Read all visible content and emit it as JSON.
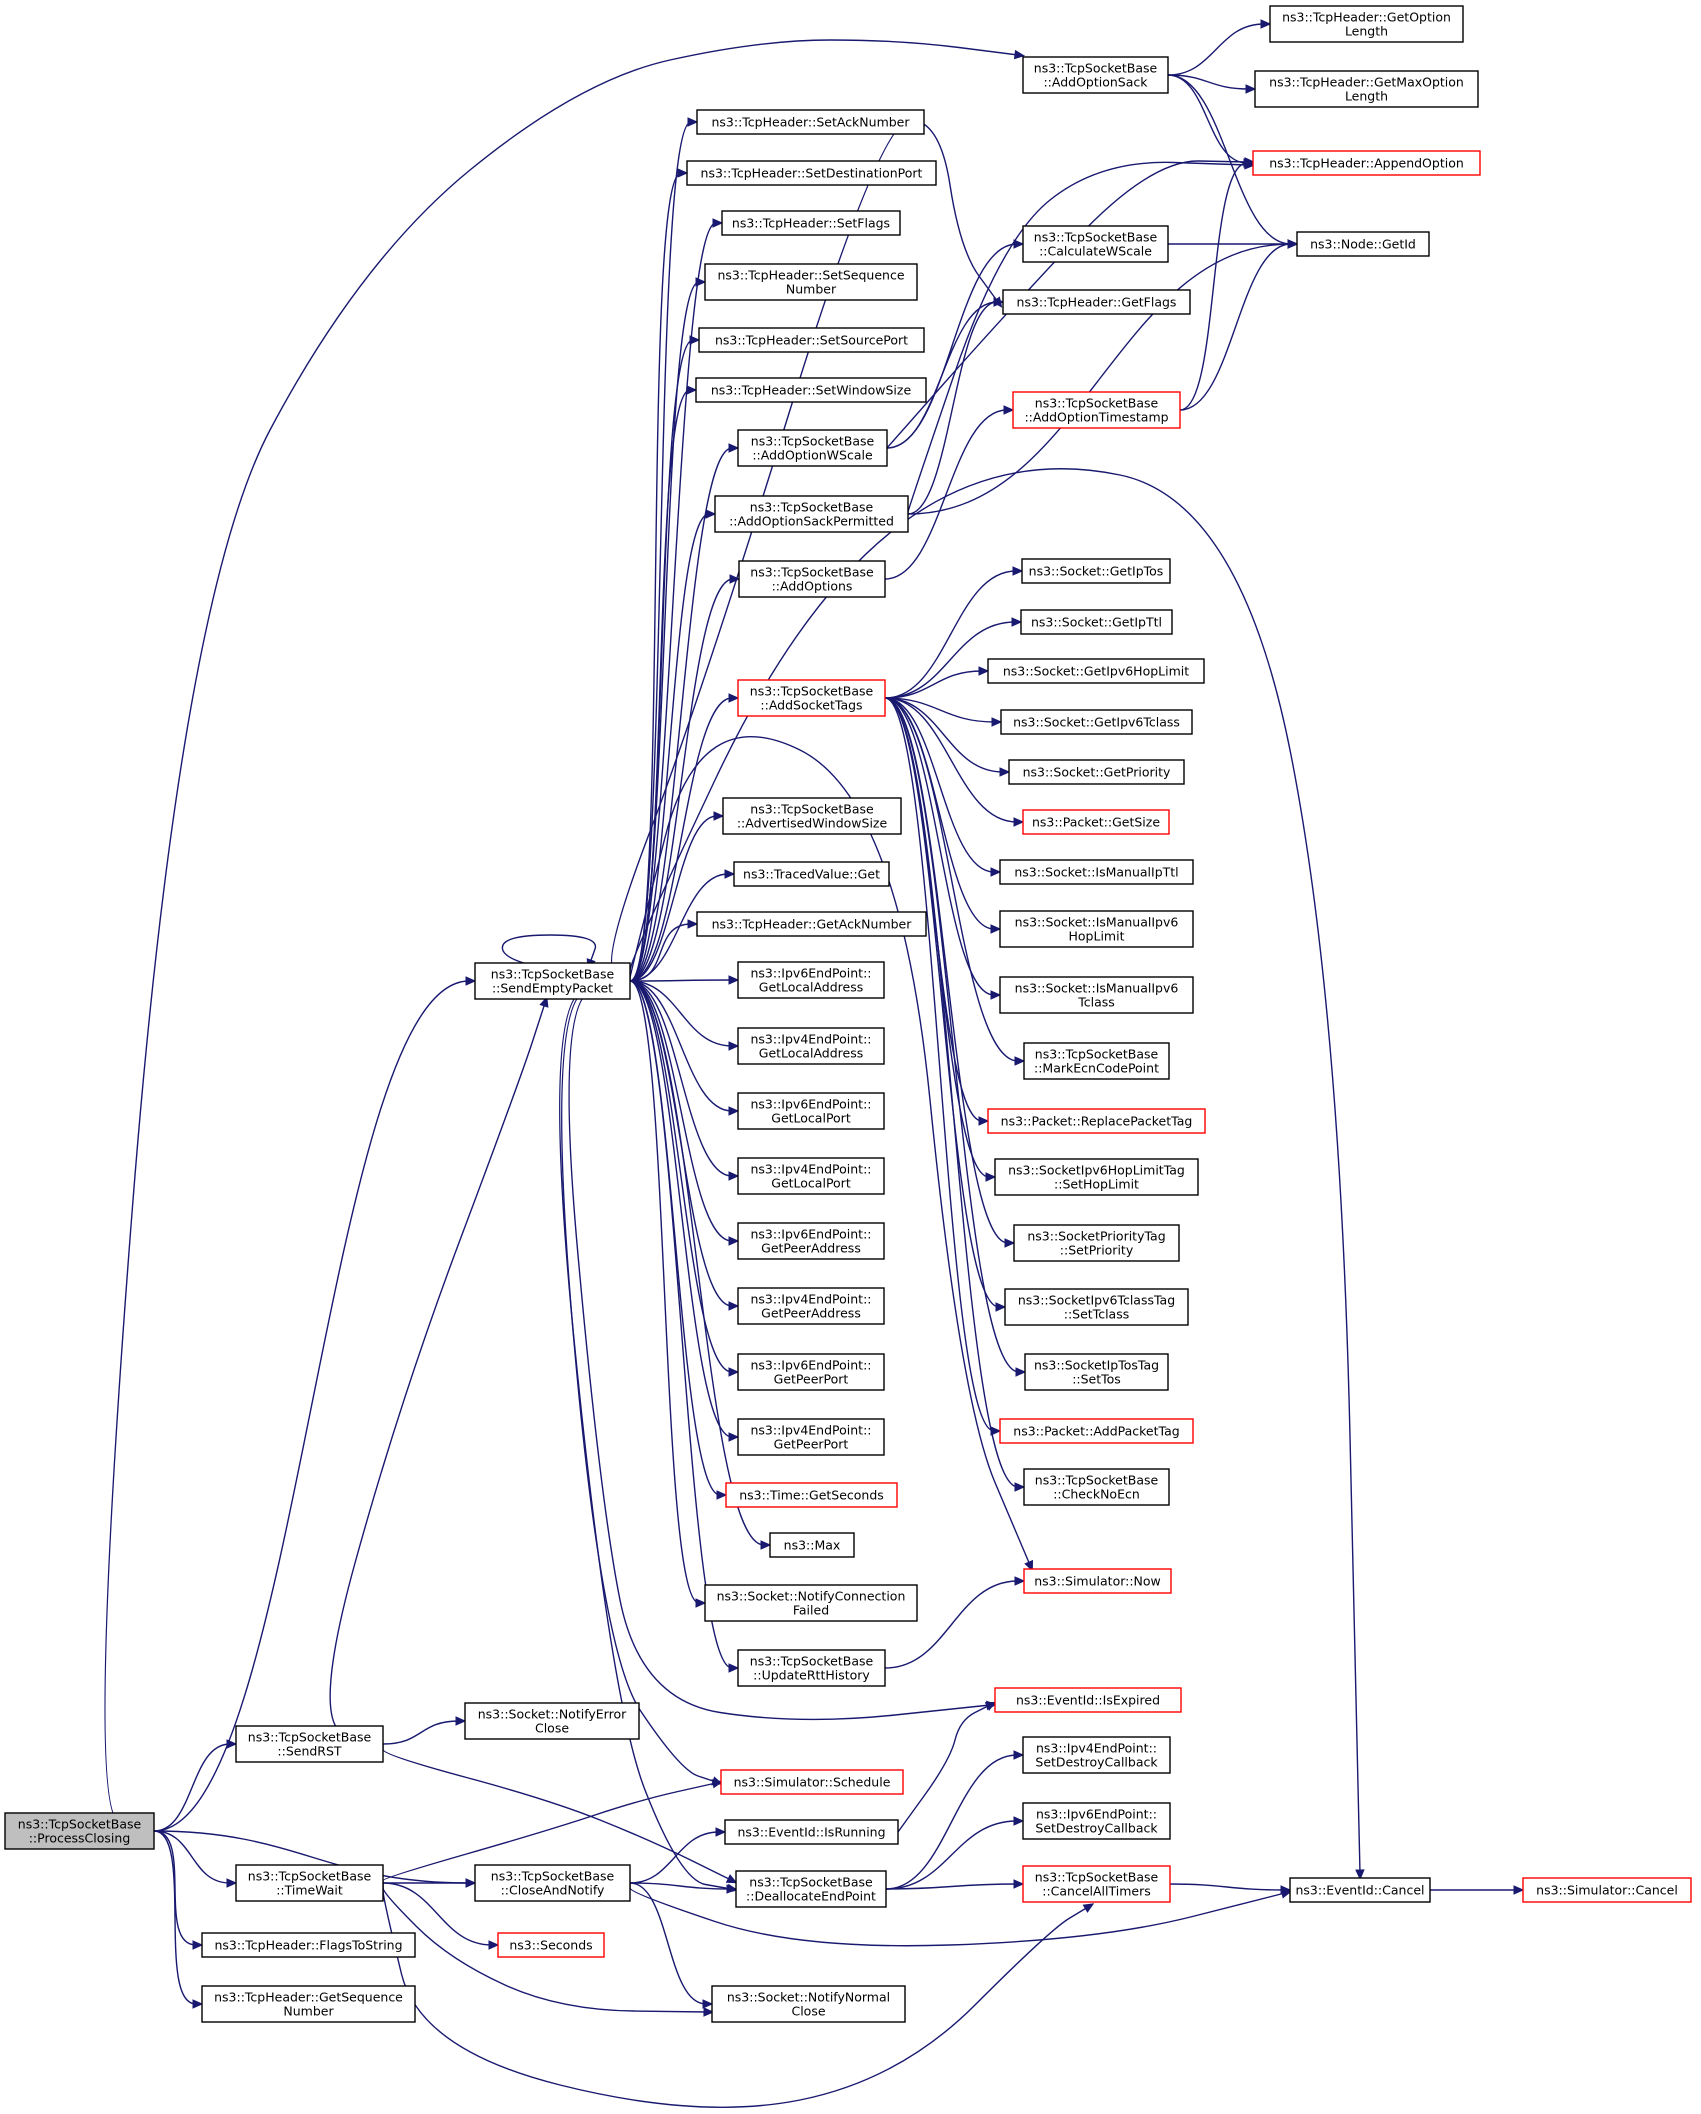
{
  "diagram": {
    "title": "",
    "colors": {
      "edge": "#191970",
      "root_fill": "#bfbfbf",
      "normal_border": "#000000",
      "truncated_border": "#ff0000",
      "node_fill": "#ffffff"
    },
    "nodes": [
      {
        "id": "n0",
        "lines": [
          "ns3::TcpSocketBase",
          "::ProcessClosing"
        ],
        "kind": "root"
      },
      {
        "id": "n1",
        "lines": [
          "ns3::TcpSocketBase",
          "::SendRST"
        ],
        "kind": "normal"
      },
      {
        "id": "n2",
        "lines": [
          "ns3::TcpSocketBase",
          "::TimeWait"
        ],
        "kind": "normal"
      },
      {
        "id": "n3",
        "lines": [
          "ns3::TcpHeader::FlagsToString"
        ],
        "kind": "normal"
      },
      {
        "id": "n4",
        "lines": [
          "ns3::TcpHeader::GetSequence",
          "Number"
        ],
        "kind": "normal"
      },
      {
        "id": "n5",
        "lines": [
          "ns3::TcpSocketBase",
          "::SendEmptyPacket"
        ],
        "kind": "normal"
      },
      {
        "id": "n6",
        "lines": [
          "ns3::Socket::NotifyError",
          "Close"
        ],
        "kind": "normal"
      },
      {
        "id": "n7",
        "lines": [
          "ns3::TcpSocketBase",
          "::CloseAndNotify"
        ],
        "kind": "normal"
      },
      {
        "id": "n8",
        "lines": [
          "ns3::Seconds"
        ],
        "kind": "truncated"
      },
      {
        "id": "n9",
        "lines": [
          "ns3::Socket::NotifyNormal",
          "Close"
        ],
        "kind": "normal"
      },
      {
        "id": "n10",
        "lines": [
          "ns3::TcpSocketBase",
          "::AddOptionSack"
        ],
        "kind": "normal"
      },
      {
        "id": "n11",
        "lines": [
          "ns3::TcpHeader::SetAckNumber"
        ],
        "kind": "normal"
      },
      {
        "id": "n12",
        "lines": [
          "ns3::TcpHeader::SetDestinationPort"
        ],
        "kind": "normal"
      },
      {
        "id": "n13",
        "lines": [
          "ns3::TcpHeader::SetFlags"
        ],
        "kind": "normal"
      },
      {
        "id": "n14",
        "lines": [
          "ns3::TcpHeader::SetSequence",
          "Number"
        ],
        "kind": "normal"
      },
      {
        "id": "n15",
        "lines": [
          "ns3::TcpHeader::SetSourcePort"
        ],
        "kind": "normal"
      },
      {
        "id": "n16",
        "lines": [
          "ns3::TcpHeader::SetWindowSize"
        ],
        "kind": "normal"
      },
      {
        "id": "n17",
        "lines": [
          "ns3::TcpSocketBase",
          "::AddOptionWScale"
        ],
        "kind": "normal"
      },
      {
        "id": "n18",
        "lines": [
          "ns3::TcpSocketBase",
          "::AddOptionSackPermitted"
        ],
        "kind": "normal"
      },
      {
        "id": "n19",
        "lines": [
          "ns3::TcpSocketBase",
          "::AddOptions"
        ],
        "kind": "normal"
      },
      {
        "id": "n20",
        "lines": [
          "ns3::TcpSocketBase",
          "::AddSocketTags"
        ],
        "kind": "truncated"
      },
      {
        "id": "n21",
        "lines": [
          "ns3::TcpSocketBase",
          "::AdvertisedWindowSize"
        ],
        "kind": "normal"
      },
      {
        "id": "n22",
        "lines": [
          "ns3::TracedValue::Get"
        ],
        "kind": "normal"
      },
      {
        "id": "n23",
        "lines": [
          "ns3::TcpHeader::GetAckNumber"
        ],
        "kind": "normal"
      },
      {
        "id": "n24",
        "lines": [
          "ns3::Ipv6EndPoint::",
          "GetLocalAddress"
        ],
        "kind": "normal"
      },
      {
        "id": "n25",
        "lines": [
          "ns3::Ipv4EndPoint::",
          "GetLocalAddress"
        ],
        "kind": "normal"
      },
      {
        "id": "n26",
        "lines": [
          "ns3::Ipv6EndPoint::",
          "GetLocalPort"
        ],
        "kind": "normal"
      },
      {
        "id": "n27",
        "lines": [
          "ns3::Ipv4EndPoint::",
          "GetLocalPort"
        ],
        "kind": "normal"
      },
      {
        "id": "n28",
        "lines": [
          "ns3::Ipv6EndPoint::",
          "GetPeerAddress"
        ],
        "kind": "normal"
      },
      {
        "id": "n29",
        "lines": [
          "ns3::Ipv4EndPoint::",
          "GetPeerAddress"
        ],
        "kind": "normal"
      },
      {
        "id": "n30",
        "lines": [
          "ns3::Ipv6EndPoint::",
          "GetPeerPort"
        ],
        "kind": "normal"
      },
      {
        "id": "n31",
        "lines": [
          "ns3::Ipv4EndPoint::",
          "GetPeerPort"
        ],
        "kind": "normal"
      },
      {
        "id": "n32",
        "lines": [
          "ns3::Time::GetSeconds"
        ],
        "kind": "truncated"
      },
      {
        "id": "n33",
        "lines": [
          "ns3::Max"
        ],
        "kind": "normal"
      },
      {
        "id": "n34",
        "lines": [
          "ns3::Socket::NotifyConnection",
          "Failed"
        ],
        "kind": "normal"
      },
      {
        "id": "n35",
        "lines": [
          "ns3::TcpSocketBase",
          "::UpdateRttHistory"
        ],
        "kind": "normal"
      },
      {
        "id": "n36",
        "lines": [
          "ns3::EventId::IsExpired"
        ],
        "kind": "truncated"
      },
      {
        "id": "n37",
        "lines": [
          "ns3::Simulator::Schedule"
        ],
        "kind": "truncated"
      },
      {
        "id": "n38",
        "lines": [
          "ns3::EventId::IsRunning"
        ],
        "kind": "normal"
      },
      {
        "id": "n39",
        "lines": [
          "ns3::TcpSocketBase",
          "::DeallocateEndPoint"
        ],
        "kind": "normal"
      },
      {
        "id": "n40",
        "lines": [
          "ns3::TcpHeader::GetOption",
          "Length"
        ],
        "kind": "normal"
      },
      {
        "id": "n41",
        "lines": [
          "ns3::TcpHeader::GetMaxOption",
          "Length"
        ],
        "kind": "normal"
      },
      {
        "id": "n42",
        "lines": [
          "ns3::TcpHeader::AppendOption"
        ],
        "kind": "truncated"
      },
      {
        "id": "n43",
        "lines": [
          "ns3::Node::GetId"
        ],
        "kind": "normal"
      },
      {
        "id": "n44",
        "lines": [
          "ns3::TcpSocketBase",
          "::CalculateWScale"
        ],
        "kind": "normal"
      },
      {
        "id": "n45",
        "lines": [
          "ns3::TcpHeader::GetFlags"
        ],
        "kind": "normal"
      },
      {
        "id": "n46",
        "lines": [
          "ns3::TcpSocketBase",
          "::AddOptionTimestamp"
        ],
        "kind": "truncated"
      },
      {
        "id": "n47",
        "lines": [
          "ns3::Socket::GetIpTos"
        ],
        "kind": "normal"
      },
      {
        "id": "n48",
        "lines": [
          "ns3::Socket::GetIpTtl"
        ],
        "kind": "normal"
      },
      {
        "id": "n49",
        "lines": [
          "ns3::Socket::GetIpv6HopLimit"
        ],
        "kind": "normal"
      },
      {
        "id": "n50",
        "lines": [
          "ns3::Socket::GetIpv6Tclass"
        ],
        "kind": "normal"
      },
      {
        "id": "n51",
        "lines": [
          "ns3::Socket::GetPriority"
        ],
        "kind": "normal"
      },
      {
        "id": "n52",
        "lines": [
          "ns3::Packet::GetSize"
        ],
        "kind": "truncated"
      },
      {
        "id": "n53",
        "lines": [
          "ns3::Socket::IsManualIpTtl"
        ],
        "kind": "normal"
      },
      {
        "id": "n54",
        "lines": [
          "ns3::Socket::IsManualIpv6",
          "HopLimit"
        ],
        "kind": "normal"
      },
      {
        "id": "n55",
        "lines": [
          "ns3::Socket::IsManualIpv6",
          "Tclass"
        ],
        "kind": "normal"
      },
      {
        "id": "n56",
        "lines": [
          "ns3::TcpSocketBase",
          "::MarkEcnCodePoint"
        ],
        "kind": "normal"
      },
      {
        "id": "n57",
        "lines": [
          "ns3::Packet::ReplacePacketTag"
        ],
        "kind": "truncated"
      },
      {
        "id": "n58",
        "lines": [
          "ns3::SocketIpv6HopLimitTag",
          "::SetHopLimit"
        ],
        "kind": "normal"
      },
      {
        "id": "n59",
        "lines": [
          "ns3::SocketPriorityTag",
          "::SetPriority"
        ],
        "kind": "normal"
      },
      {
        "id": "n60",
        "lines": [
          "ns3::SocketIpv6TclassTag",
          "::SetTclass"
        ],
        "kind": "normal"
      },
      {
        "id": "n61",
        "lines": [
          "ns3::SocketIpTosTag",
          "::SetTos"
        ],
        "kind": "normal"
      },
      {
        "id": "n62",
        "lines": [
          "ns3::Packet::AddPacketTag"
        ],
        "kind": "truncated"
      },
      {
        "id": "n63",
        "lines": [
          "ns3::TcpSocketBase",
          "::CheckNoEcn"
        ],
        "kind": "normal"
      },
      {
        "id": "n64",
        "lines": [
          "ns3::Simulator::Now"
        ],
        "kind": "truncated"
      },
      {
        "id": "n65",
        "lines": [
          "ns3::EventId::Cancel"
        ],
        "kind": "normal"
      },
      {
        "id": "n66",
        "lines": [
          "ns3::Ipv4EndPoint::",
          "SetDestroyCallback"
        ],
        "kind": "normal"
      },
      {
        "id": "n67",
        "lines": [
          "ns3::Ipv6EndPoint::",
          "SetDestroyCallback"
        ],
        "kind": "normal"
      },
      {
        "id": "n68",
        "lines": [
          "ns3::TcpSocketBase",
          "::CancelAllTimers"
        ],
        "kind": "truncated"
      },
      {
        "id": "n69",
        "lines": [
          "ns3::Simulator::Cancel"
        ],
        "kind": "truncated"
      }
    ]
  }
}
